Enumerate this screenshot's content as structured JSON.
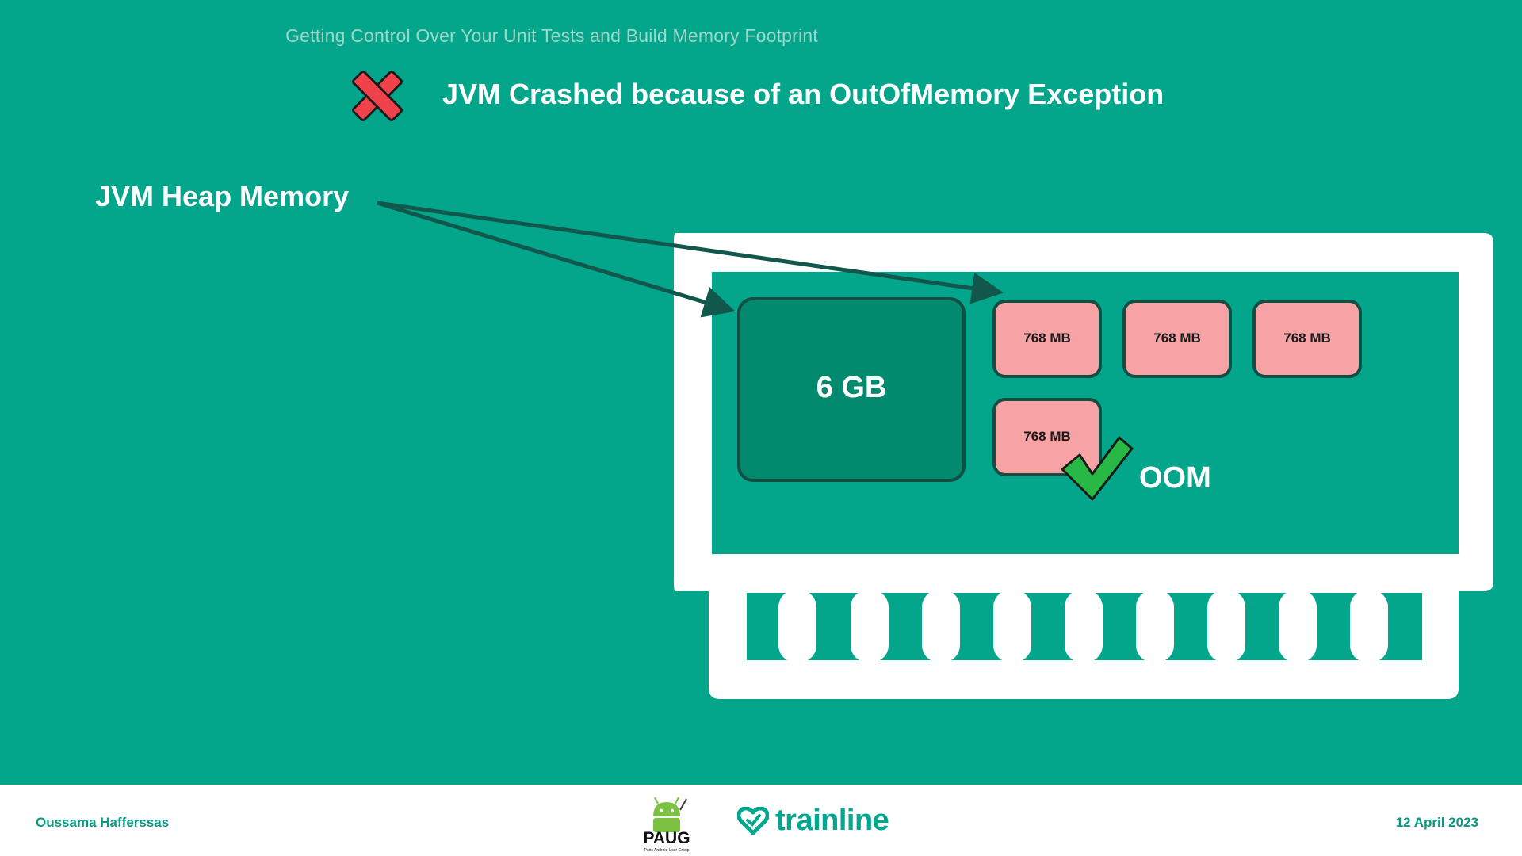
{
  "header": {
    "presentation_title": "Getting Control Over Your Unit Tests and Build Memory Footprint"
  },
  "slide": {
    "title": "JVM Crashed because of an OutOfMemory Exception",
    "status_icon": "cross-icon",
    "heap_label": "JVM Heap Memory"
  },
  "diagram": {
    "main_block": "6 GB",
    "chips": [
      "768 MB",
      "768 MB",
      "768 MB",
      "768 MB"
    ],
    "oom_label": "OOM",
    "check_icon": "checkmark-icon"
  },
  "footer": {
    "author": "Oussama Hafferssas",
    "paug_text": "PAUG",
    "paug_subtext": "Paris Android User Group",
    "brand": "trainline",
    "date": "12 April 2023"
  },
  "colors": {
    "background": "#03a58b",
    "dark_block": "#028a6f",
    "chip": "#f7a3a5",
    "cross": "#f0424a",
    "check": "#27b845",
    "arrow": "#11574c"
  }
}
